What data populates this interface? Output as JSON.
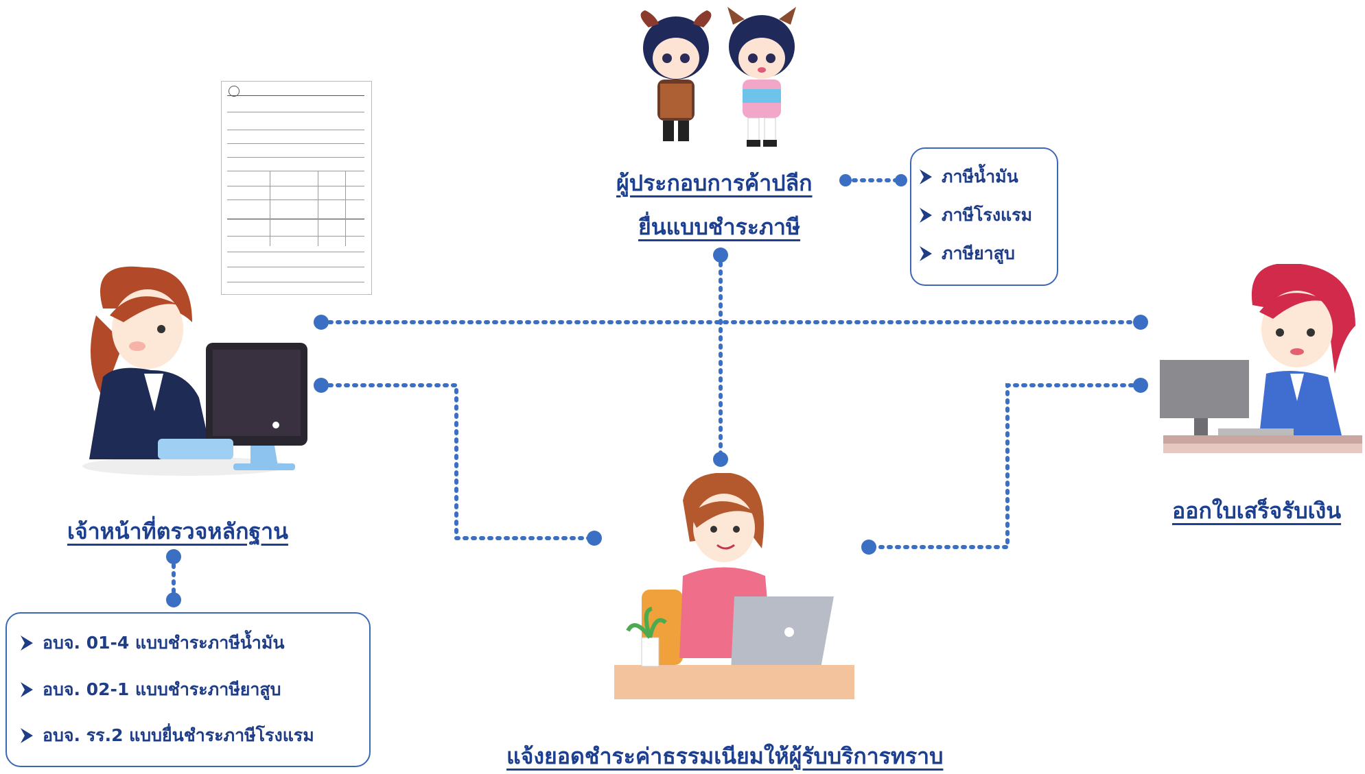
{
  "nodes": {
    "retailer_line1": "ผู้ประกอบการค้าปลีก",
    "retailer_line2": "ยื่นแบบชำระภาษี",
    "officer": "เจ้าหน้าที่ตรวจหลักฐาน",
    "receipt": "ออกใบเสร็จรับเงิน",
    "notify": "แจ้งยอดชำระค่าธรรมเนียมให้ผู้รับบริการทราบ"
  },
  "tax_types": [
    "ภาษีน้ำมัน",
    "ภาษีโรงแรม",
    "ภาษียาสูบ"
  ],
  "forms": [
    "อบจ. 01-4 แบบชำระภาษีน้ำมัน",
    "อบจ. 02-1 แบบชำระภาษียาสูบ",
    "อบจ. รร.2 แบบยื่นชำระภาษีโรงแรม"
  ],
  "colors": {
    "connector": "#3a6fc4",
    "label": "#1d3f8f",
    "box_border": "#3b67b8"
  },
  "icons": {
    "mascots": "mascot-pair-illustration",
    "officer": "officer-at-computer-illustration",
    "cashier": "cashier-at-computer-illustration",
    "laptop_user": "woman-with-laptop-illustration",
    "form": "tax-form-document-image"
  }
}
